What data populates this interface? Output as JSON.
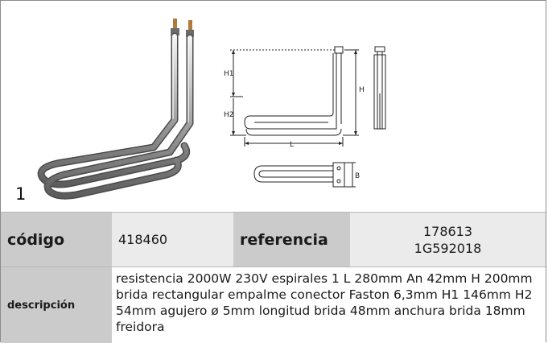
{
  "figure": {
    "item_number": "1",
    "dimension_labels": {
      "h1": "H1",
      "h2": "H2",
      "h": "H",
      "l": "L",
      "b": "B"
    }
  },
  "spec": {
    "codigo_label": "código",
    "codigo_value": "418460",
    "referencia_label": "referencia",
    "referencia_values": [
      "178613",
      "1G592018"
    ],
    "descripcion_label": "descripción",
    "descripcion_value": "resistencia  2000W 230V espirales 1 L 280mm An 42mm H 200mm brida rectangular  empalme conector Faston 6,3mm H1 146mm H2 54mm agujero ø 5mm longitud brida 48mm anchura brida 18mm freidora"
  },
  "colors": {
    "label_bg": "#cbcbcb",
    "value_bg": "#ebebeb",
    "border": "#b8b8b8"
  }
}
